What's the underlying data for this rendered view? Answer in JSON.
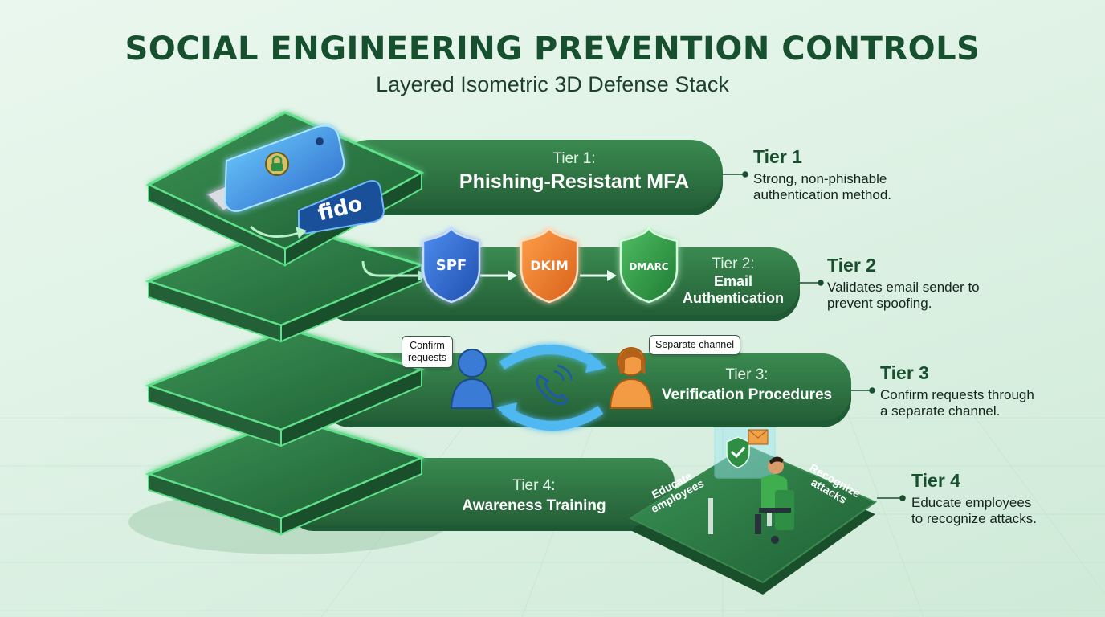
{
  "header": {
    "title": "SOCIAL ENGINEERING PREVENTION CONTROLS",
    "subtitle": "Layered Isometric 3D Defense Stack"
  },
  "tiers": [
    {
      "bar_small": "Tier 1:",
      "bar_big": "Phishing-Resistant MFA",
      "side_title": "Tier 1",
      "side_text": "Strong, non-phishable\nauthentication method."
    },
    {
      "bar_small": "Tier 2:",
      "bar_big": "Email\nAuthentication",
      "side_title": "Tier 2",
      "side_text": "Validates email sender to\nprevent spoofing."
    },
    {
      "bar_small": "Tier 3:",
      "bar_big": "Verification Procedures",
      "side_title": "Tier 3",
      "side_text": "Confirm requests through\na separate channel."
    },
    {
      "bar_small": "Tier 4:",
      "bar_big": "Awareness Training",
      "side_title": "Tier 4",
      "side_text": "Educate employees\nto recognize attacks."
    }
  ],
  "tier1_icons": {
    "key_brand": "fido"
  },
  "tier2_icons": {
    "shields": [
      "SPF",
      "DKIM",
      "DMARC"
    ]
  },
  "tier3_icons": {
    "bubble_left": "Confirm\nrequests",
    "bubble_right": "Separate channel"
  },
  "tier4_icons": {
    "label_left": "Educate\nemployees",
    "label_right": "Recognize\nattacks"
  },
  "colors": {
    "dark_green": "#17502e",
    "platform_green": "#2d7a45",
    "glow_green": "#5fe08a",
    "spf_blue": "#2a63c9",
    "dkim_orange": "#ea7a22",
    "dmarc_green": "#2e8f44"
  }
}
